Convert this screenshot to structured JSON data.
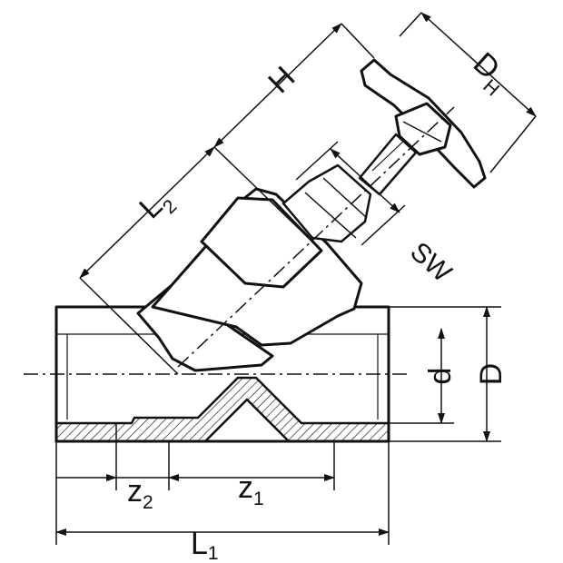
{
  "labels": {
    "H": "H",
    "DH_main": "D",
    "DH_sub": "H",
    "L2_main": "L",
    "L2_sub": "2",
    "SW": "SW",
    "d": "d",
    "D": "D",
    "z2_main": "z",
    "z2_sub": "2",
    "z1_main": "z",
    "z1_sub": "1",
    "L1_main": "L",
    "L1_sub": "1"
  },
  "colors": {
    "line": "#111111",
    "fill": "#ffffff",
    "hatch": "#111111"
  }
}
